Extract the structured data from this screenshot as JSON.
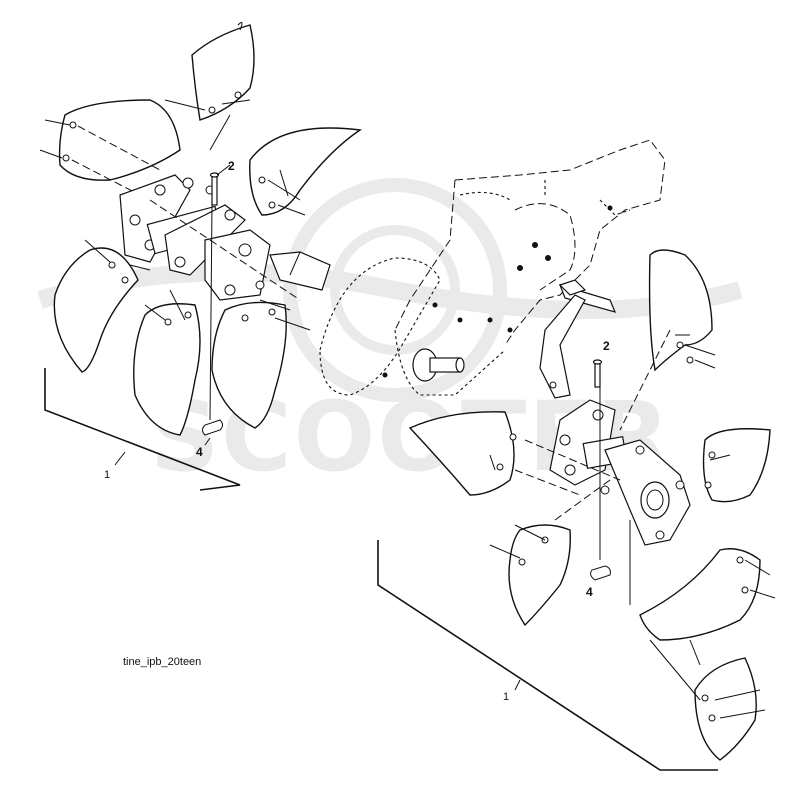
{
  "figure_id": "tine_ipb_20teen",
  "watermark": {
    "text": "SCOOTER",
    "color": "#d9d9d9"
  },
  "left_assembly": {
    "callout_2": "2",
    "callout_4": "4",
    "callout_1": "1"
  },
  "right_assembly": {
    "callout_2": "2",
    "callout_4": "4",
    "callout_1": "1"
  },
  "colors": {
    "line": "#111111",
    "background": "#ffffff"
  }
}
